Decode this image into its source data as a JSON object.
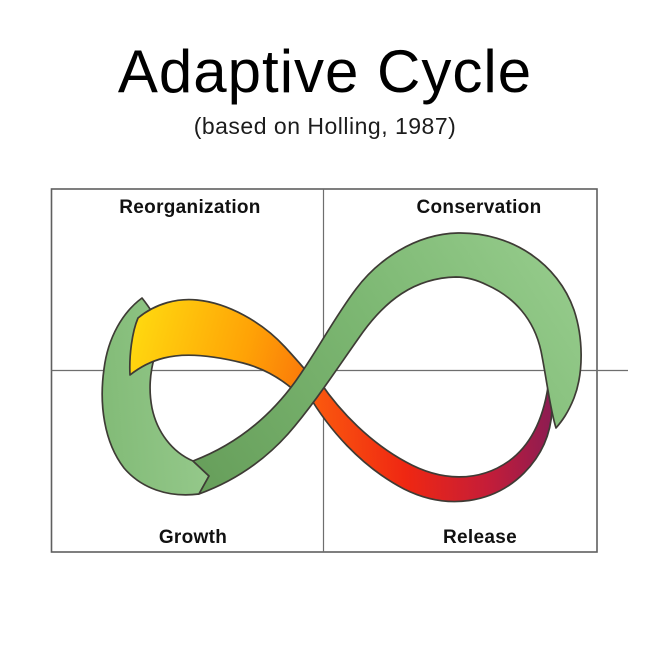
{
  "title": "Adaptive Cycle",
  "subtitle": "(based on Holling, 1987)",
  "quadrants": {
    "top_left": "Reorganization",
    "top_right": "Conservation",
    "bottom_left": "Growth",
    "bottom_right": "Release"
  },
  "colors": {
    "yellow_start": "#FFD60F",
    "orange_mid": "#FFA206",
    "orange_end": "#F8690B",
    "red_start": "#FB5B0E",
    "red_mid": "#EF2712",
    "crimson": "#C51D38",
    "maroon_end": "#8C1C52",
    "green_dark": "#679F5B",
    "green_mid": "#7DB873",
    "green_light": "#95CB8B",
    "green_loop_dark": "#82BB77",
    "green_loop_light": "#97CA8D",
    "outline": "#3E3B35",
    "frame": "#5F5F5F",
    "label_text": "#111111"
  }
}
